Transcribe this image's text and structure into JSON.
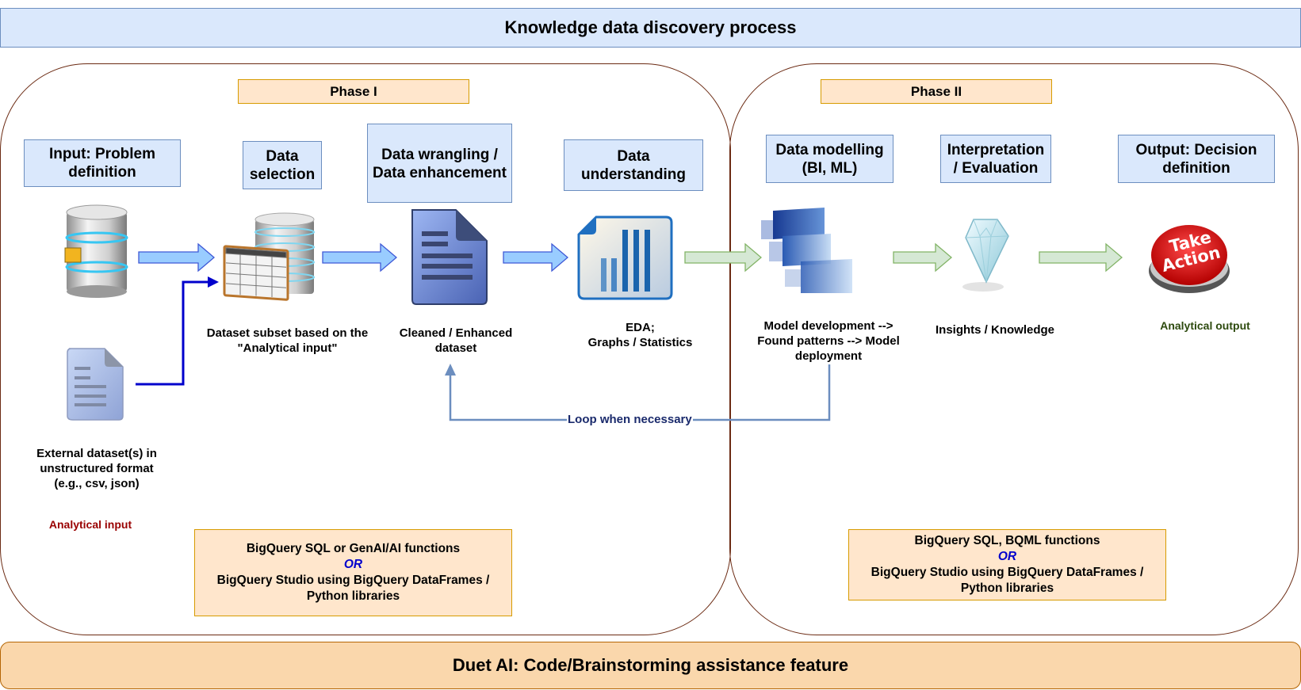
{
  "title": "Knowledge data discovery process",
  "phases": [
    {
      "label": "Phase I"
    },
    {
      "label": "Phase II"
    }
  ],
  "steps": [
    {
      "label": "Input: Problem definition",
      "line1": "Input: Problem",
      "line2": "definition",
      "icon": "database-icon"
    },
    {
      "label": "Data selection",
      "line1": "Data",
      "line2": "selection",
      "icon": "database-table-icon"
    },
    {
      "label": "Data wrangling / Data enhancement",
      "line1": "Data wrangling /",
      "line2": "Data enhancement",
      "icon": "document-icon"
    },
    {
      "label": "Data understanding",
      "line1": "Data",
      "line2": "understanding",
      "icon": "bar-chart-document-icon"
    },
    {
      "label": "Data modelling (BI, ML)",
      "line1": "Data modelling",
      "line2": "(BI, ML)",
      "icon": "stacked-layers-icon"
    },
    {
      "label": "Interpretation / Evaluation",
      "line1": "Interpretation",
      "line2": "/ Evaluation",
      "icon": "diamond-icon"
    },
    {
      "label": "Output: Decision definition",
      "line1": "Output: Decision",
      "line2": "definition",
      "icon": "take-action-button-icon"
    }
  ],
  "captions": {
    "data_selection": [
      "Dataset subset based on the",
      "\"Analytical input\""
    ],
    "data_wrangling": [
      "Cleaned / Enhanced",
      "dataset"
    ],
    "data_understanding": [
      "EDA;",
      "Graphs / Statistics"
    ],
    "data_modelling": [
      "Model development -->",
      "Found patterns --> Model",
      "deployment"
    ],
    "interpretation": [
      "Insights / Knowledge"
    ],
    "output": [
      "Analytical output"
    ],
    "external": [
      "External dataset(s) in",
      "unstructured format",
      "(e.g., csv, json)"
    ],
    "analytical_input": "Analytical input"
  },
  "take_action_text": [
    "Take",
    "Action"
  ],
  "loop_label": "Loop when necessary",
  "tools": {
    "phase1": {
      "line1": "BigQuery SQL or GenAI/AI functions",
      "or": "OR",
      "line2": "BigQuery Studio using BigQuery DataFrames /",
      "line3": "Python libraries"
    },
    "phase2": {
      "line1": "BigQuery SQL, BQML functions",
      "or": "OR",
      "line2": "BigQuery Studio using BigQuery DataFrames /",
      "line3": "Python libraries"
    }
  },
  "footer": "Duet AI: Code/Brainstorming assistance feature",
  "colors": {
    "step_fill": "#dae8fc",
    "step_border": "#6c8ebf",
    "phase_fill": "#ffe6cc",
    "phase_border": "#d79b00",
    "footer_fill": "#fad7ac",
    "panel_border": "#6b2a12",
    "blue_arrow": "#99ccff",
    "green_arrow": "#d5e8d4",
    "loop_line": "#6c8ebf",
    "analytical_input_text": "#990000",
    "analytical_output_text": "#2d4a0e",
    "or_text": "#0000cc"
  }
}
